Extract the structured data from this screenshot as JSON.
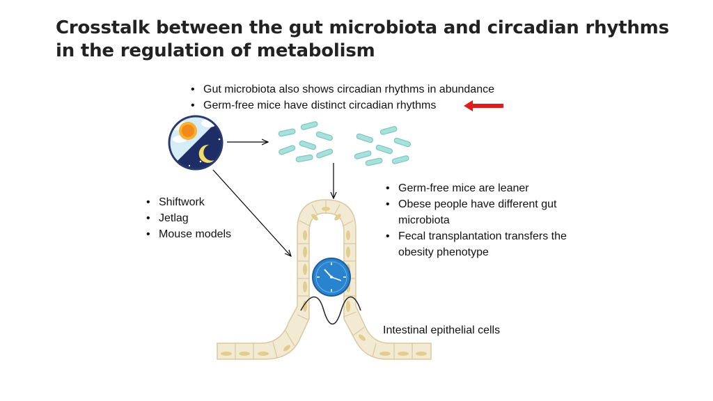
{
  "title": {
    "line1": "Crosstalk between the gut microbiota and circadian rhythms",
    "line2": "in the regulation of metabolism"
  },
  "top_bullets": [
    "Gut microbiota also shows circadian rhythms in abundance",
    "Germ-free mice have distinct circadian rhythms"
  ],
  "left_bullets": [
    "Shiftwork",
    "Jetlag",
    "Mouse models"
  ],
  "right_bullets": [
    "Germ-free mice are leaner",
    "Obese people have different gut microbiota",
    "Fecal transplantation transfers the obesity phenotype"
  ],
  "caption": "Intestinal epithelial cells",
  "icons": [
    "day-night-icon",
    "bacteria-icon",
    "clock-icon",
    "red-arrow-icon"
  ],
  "colors": {
    "red_arrow": "#e01b1b",
    "bacteria": "#a8e0dc",
    "bacteria_outline": "#7cc6c0",
    "cell_fill": "#f3ead3",
    "cell_outline": "#d9c8a0",
    "nucleus": "#e3cd8e",
    "clock_face": "#2a83cf",
    "sky_day": "#d6ecf7",
    "sky_night": "#1d2e66",
    "sun": "#f28a1a",
    "moon": "#f2dd6b"
  }
}
